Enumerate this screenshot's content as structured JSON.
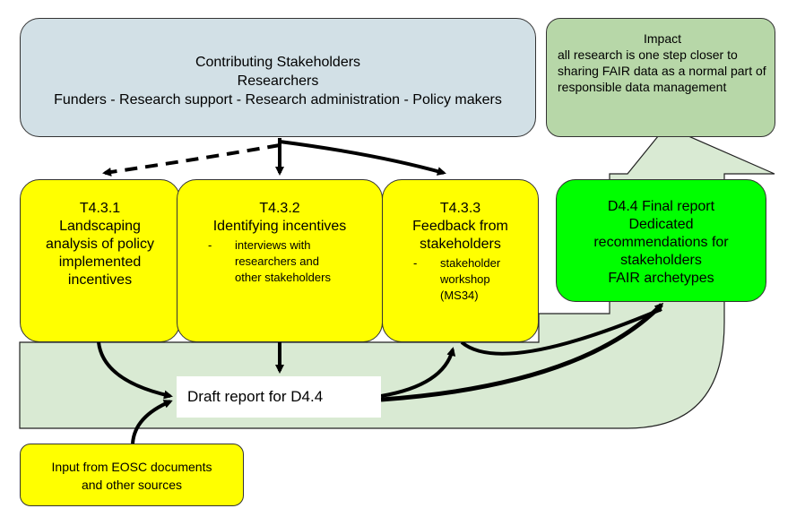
{
  "stakeholders": {
    "line1": "Contributing Stakeholders",
    "line2": "Researchers",
    "line3": "Funders - Research support - Research administration - Policy makers"
  },
  "impact": {
    "title": "Impact",
    "text": "all research is one step closer to sharing FAIR data as a normal part of responsible data management"
  },
  "tasks": [
    {
      "lines": [
        "T4.3.1",
        "Landscaping",
        "analysis of policy",
        "implemented",
        "incentives"
      ],
      "bullet": []
    },
    {
      "lines": [
        "T4.3.2",
        "Identifying incentives"
      ],
      "bullet": [
        "interviews with",
        "researchers and",
        "other stakeholders"
      ]
    },
    {
      "lines": [
        "T4.3.3",
        "Feedback from",
        "stakeholders"
      ],
      "bullet": [
        "stakeholder",
        "workshop",
        "(MS34)"
      ]
    }
  ],
  "bullet_dash": "-",
  "final_report": {
    "lines": [
      "D4.4 Final report",
      "Dedicated",
      "recommendations for",
      "stakeholders",
      "FAIR archetypes"
    ]
  },
  "draft": "Draft report for D4.4",
  "input": {
    "line1": "Input from EOSC documents",
    "line2": "and other sources"
  },
  "colors": {
    "stakeholders": "#d2e0e6",
    "impact": "#b7d7a8",
    "task": "#ffff00",
    "final_report": "#00ff00",
    "arrow_band": "#d9ead3"
  }
}
